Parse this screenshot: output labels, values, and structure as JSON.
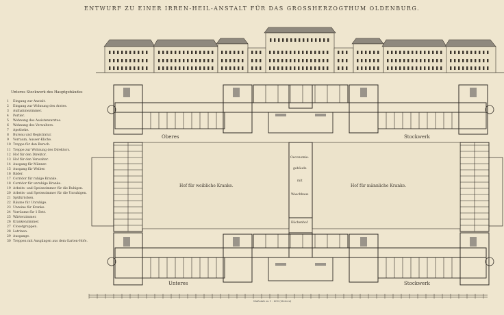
{
  "title": "ENTWURF ZU EINER IRREN-HEIL-ANSTALT FÜR DAS GROSSHERZOGTHUM OLDENBURG.",
  "legend": {
    "heading": "Unteres Stockwerk des Hauptgebäudes",
    "items": [
      {
        "n": "1",
        "t": "Eingang zur Anstalt."
      },
      {
        "n": "2",
        "t": "Eingang zur Wohnung des Arztes."
      },
      {
        "n": "3",
        "t": "Aufnahmezimmer."
      },
      {
        "n": "4",
        "t": "Portier."
      },
      {
        "n": "5",
        "t": "Wohnung des Assistenzarztes."
      },
      {
        "n": "6",
        "t": "Wohnung des Verwalters."
      },
      {
        "n": "7",
        "t": "Apotheke."
      },
      {
        "n": "8",
        "t": "Bureau und Registratur."
      },
      {
        "n": "9",
        "t": "Vorraum, Ausser-Kliche."
      },
      {
        "n": "10",
        "t": "Treppe für den Bursch."
      },
      {
        "n": "11",
        "t": "Treppe zur Wohnung des Direktors."
      },
      {
        "n": "12",
        "t": "Hof für den Direktor."
      },
      {
        "n": "13",
        "t": "Hof für den Verwalter."
      },
      {
        "n": "14",
        "t": "Ausgang für Männer."
      },
      {
        "n": "15",
        "t": "Ausgang für Weiber."
      },
      {
        "n": "16",
        "t": "Bäder."
      },
      {
        "n": "17",
        "t": "Corridor für ruhige Kranke."
      },
      {
        "n": "18",
        "t": "Corridor für unruhige Kranke."
      },
      {
        "n": "19",
        "t": "Arbeits- und Speisezimmer für die Ruhigen."
      },
      {
        "n": "20",
        "t": "Arbeits- und Speisezimmer für die Unruhigen."
      },
      {
        "n": "21",
        "t": "Spülkrücken."
      },
      {
        "n": "22",
        "t": "Räume für Unruhige."
      },
      {
        "n": "23",
        "t": "Unreine für Kranke."
      },
      {
        "n": "24",
        "t": "Vorräume für 1 Bett."
      },
      {
        "n": "25",
        "t": "Wärterzimmer."
      },
      {
        "n": "26",
        "t": "Krankenzimmer."
      },
      {
        "n": "27",
        "t": "Closetgruppen."
      },
      {
        "n": "28",
        "t": "Latrinen."
      },
      {
        "n": "29",
        "t": "Ausgange."
      },
      {
        "n": "30",
        "t": "Treppen mit Ausgängen aus dem Garten-Hofe."
      }
    ]
  },
  "labels": {
    "upper_left": "Oberes",
    "upper_right": "Stockwerk",
    "lower_left": "Unteres",
    "lower_right": "Stockwerk",
    "court_left": "Hof für weibliche Kranke.",
    "court_right": "Hof für männliche Kranke.",
    "center_1": "Oeconomie-",
    "center_2": "gebäude",
    "center_3": "mit",
    "center_4": "Waschhaus",
    "center_low": "Küchenhof",
    "scale_caption": "Maßstab zu 1 : 400 (Metern)"
  }
}
